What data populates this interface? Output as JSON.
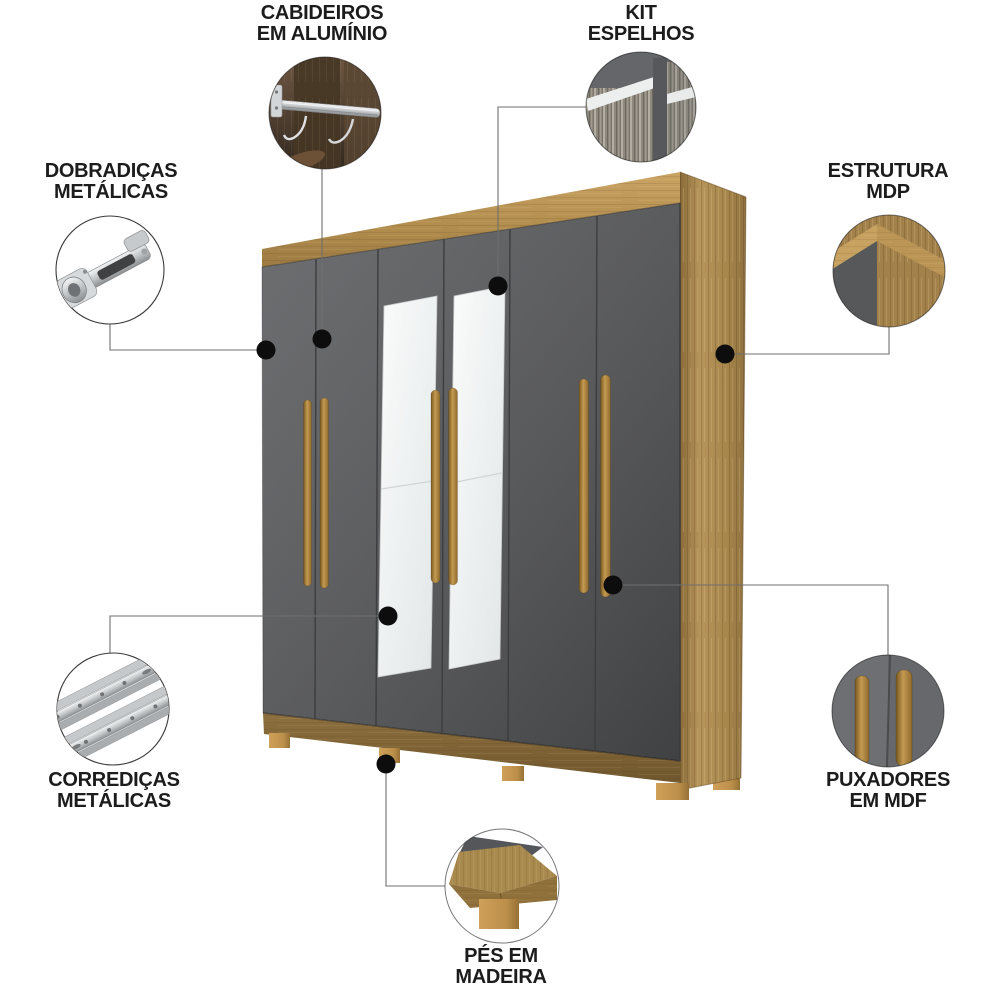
{
  "page": {
    "type": "product-feature-infographic",
    "product": "guarda-roupa 6 portas",
    "background": "#ffffff"
  },
  "callouts": [
    {
      "id": "cabideiros",
      "line1": "CABIDEIROS",
      "line2": "EM ALUMÍNIO",
      "icon": "closet-rod"
    },
    {
      "id": "kit-espelhos",
      "line1": "KIT",
      "line2": "ESPELHOS",
      "icon": "mirror-detail"
    },
    {
      "id": "dobradicas",
      "line1": "DOBRADIÇAS",
      "line2": "METÁLICAS",
      "icon": "metal-hinge"
    },
    {
      "id": "estrutura",
      "line1": "ESTRUTURA",
      "line2": "MDP",
      "icon": "wood-corner"
    },
    {
      "id": "corredicas",
      "line1": "CORREDIÇAS",
      "line2": "METÁLICAS",
      "icon": "drawer-slides"
    },
    {
      "id": "puxadores",
      "line1": "PUXADORES",
      "line2": "EM MDF",
      "icon": "wood-handles"
    },
    {
      "id": "pes",
      "line1": "PÉS EM",
      "line2": "MADEIRA",
      "icon": "wood-foot"
    }
  ],
  "palette": {
    "background": "#ffffff",
    "text": "#1c1c1c",
    "door_gray": "#595a5c",
    "door_gray_dark": "#4b4c4e",
    "wood_light": "#c6a160",
    "wood_mid": "#a8874c",
    "wood_dark": "#8a6c3d",
    "handle_wood": "#ad8440",
    "mirror_white": "#f2f4f4",
    "foot_tan": "#c4944f",
    "connector_line": "#6f6f6f",
    "dot_black": "#0d0d0d"
  }
}
